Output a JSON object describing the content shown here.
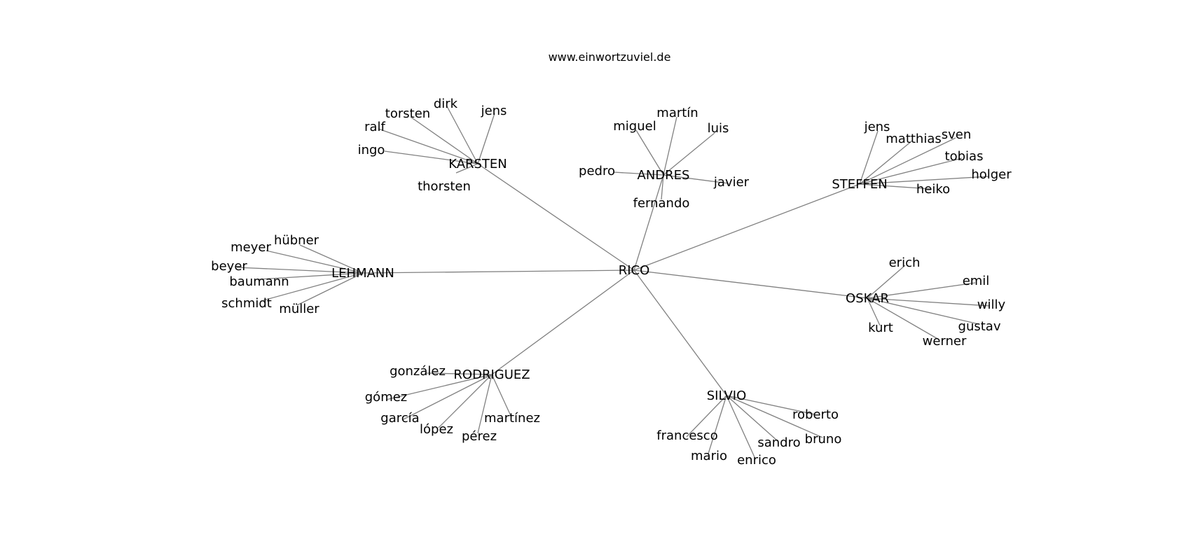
{
  "website": "www.einwortzuviel.de",
  "center": "RICO",
  "clusters": [
    {
      "hub": "KARSTEN",
      "leaves": [
        "dirk",
        "jens",
        "torsten",
        "ralf",
        "ingo",
        "thorsten"
      ]
    },
    {
      "hub": "ANDRES",
      "leaves": [
        "martín",
        "miguel",
        "luis",
        "pedro",
        "javier",
        "fernando"
      ]
    },
    {
      "hub": "STEFFEN",
      "leaves": [
        "jens",
        "matthias",
        "sven",
        "tobias",
        "holger",
        "heiko"
      ]
    },
    {
      "hub": "LEHMANN",
      "leaves": [
        "hübner",
        "meyer",
        "beyer",
        "baumann",
        "schmidt",
        "müller"
      ]
    },
    {
      "hub": "OSKAR",
      "leaves": [
        "erich",
        "emil",
        "willy",
        "gustav",
        "werner",
        "kurt"
      ]
    },
    {
      "hub": "RODRIGUEZ",
      "leaves": [
        "gonzález",
        "gómez",
        "garcía",
        "lópez",
        "pérez",
        "martínez"
      ]
    },
    {
      "hub": "SILVIO",
      "leaves": [
        "roberto",
        "bruno",
        "sandro",
        "enrico",
        "mario",
        "francesco"
      ]
    }
  ]
}
